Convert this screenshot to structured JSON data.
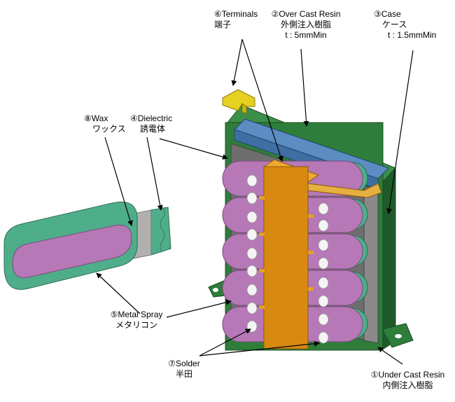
{
  "labels": {
    "terminals": {
      "en": "⑥Terminals",
      "ja": "端子"
    },
    "over_cast_resin": {
      "en": "②Over Cast Resin",
      "ja": "外側注入樹脂",
      "spec": "t : 5mmMin"
    },
    "case": {
      "en": "③Case",
      "ja": "ケース",
      "spec": "t : 1.5mmMin"
    },
    "wax": {
      "en": "⑧Wax",
      "ja": "ワックス"
    },
    "dielectric": {
      "en": "④Dielectric",
      "ja": "誘電体"
    },
    "metal_spray": {
      "en": "⑤Metal Spray",
      "ja": "メタリコン"
    },
    "solder": {
      "en": "⑦Solder",
      "ja": "半田"
    },
    "under_cast_resin": {
      "en": "①Under Cast Resin",
      "ja": "内側注入樹脂"
    }
  },
  "colors": {
    "case_green": "#2e7d3a",
    "case_dark": "#1e5a28",
    "over_resin_blue": "#3f6ea3",
    "under_resin_gray": "#6e6e6e",
    "dielectric_green": "#4fae8a",
    "metal_spray_pink": "#b678b6",
    "wax_gray": "#b0b0b0",
    "terminal_orange": "#d88a10",
    "terminal_yellow": "#e6d020",
    "solder_white": "#f2f2f2"
  }
}
